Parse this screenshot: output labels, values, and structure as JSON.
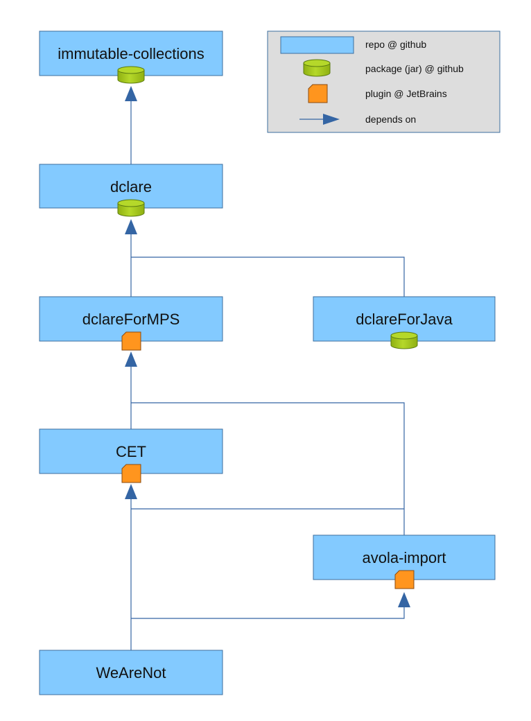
{
  "colors": {
    "repo_fill": "#83caff",
    "repo_stroke": "#3c6e9e",
    "package_fill": "#a5c919",
    "package_stroke": "#5a7a10",
    "plugin_fill": "#ff951e",
    "plugin_stroke": "#8a4a10",
    "arrow": "#3465a4",
    "legend_bg": "#dddddd"
  },
  "legend": {
    "repo": "repo @ github",
    "package": "package (jar) @ github",
    "plugin": "plugin @ JetBrains",
    "depends": "depends on"
  },
  "nodes": {
    "immutable_collections": {
      "label": "immutable-collections",
      "artifact": "package"
    },
    "dclare": {
      "label": "dclare",
      "artifact": "package"
    },
    "dclareForMPS": {
      "label": "dclareForMPS",
      "artifact": "plugin"
    },
    "dclareForJava": {
      "label": "dclareForJava",
      "artifact": "package"
    },
    "CET": {
      "label": "CET",
      "artifact": "plugin"
    },
    "avola_import": {
      "label": "avola-import",
      "artifact": "plugin"
    },
    "WeAreNot": {
      "label": "WeAreNot",
      "artifact": "none"
    }
  },
  "dependencies": [
    {
      "from": "dclare",
      "to": "immutable_collections"
    },
    {
      "from": "dclareForMPS",
      "to": "dclare"
    },
    {
      "from": "dclareForJava",
      "to": "dclare"
    },
    {
      "from": "CET",
      "to": "dclareForMPS"
    },
    {
      "from": "avola_import",
      "to": "dclareForMPS"
    },
    {
      "from": "avola_import",
      "to": "CET"
    },
    {
      "from": "WeAreNot",
      "to": "CET"
    },
    {
      "from": "WeAreNot",
      "to": "avola_import"
    }
  ]
}
